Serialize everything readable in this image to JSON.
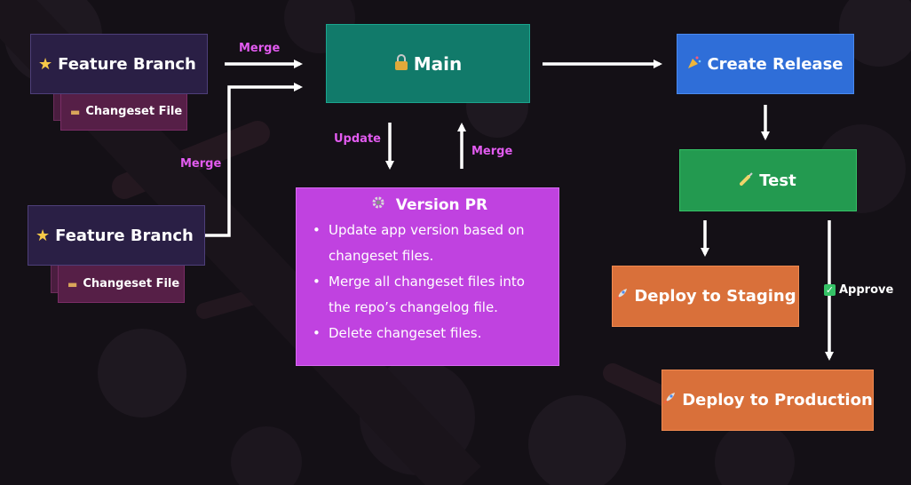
{
  "nodes": {
    "feature_branch_1": {
      "icon": "star-icon",
      "label": "Feature Branch"
    },
    "changeset_file_1": {
      "icon": "folder-icon",
      "label": "Changeset File"
    },
    "feature_branch_2": {
      "icon": "star-icon",
      "label": "Feature Branch"
    },
    "changeset_file_2": {
      "icon": "folder-icon",
      "label": "Changeset File"
    },
    "main": {
      "icon": "lock-icon",
      "label": "Main"
    },
    "create_release": {
      "icon": "party-popper-icon",
      "label": "Create Release"
    },
    "test": {
      "icon": "syringe-icon",
      "label": "Test"
    },
    "deploy_staging": {
      "icon": "rocket-icon",
      "label": "Deploy to Staging"
    },
    "deploy_production": {
      "icon": "rocket-icon",
      "label": "Deploy to Production"
    },
    "version_pr": {
      "icon": "gear-icon",
      "title": "Version PR",
      "bullets": [
        "Update app version based on changeset files.",
        "Merge all changeset files into the repo’s changelog file.",
        "Delete changeset files."
      ]
    }
  },
  "edge_labels": {
    "merge_top": "Merge",
    "merge_left": "Merge",
    "update": "Update",
    "merge_up": "Merge",
    "approve": "Approve"
  },
  "colors": {
    "background": "#141016",
    "feature_branch": "#2a1f45",
    "changeset_file": "#561f47",
    "main": "#117a6a",
    "create_release": "#2f6ed8",
    "test": "#239a50",
    "deploy": "#d9703a",
    "version_pr": "#c042e0",
    "edge_label": "#e25bf0"
  }
}
